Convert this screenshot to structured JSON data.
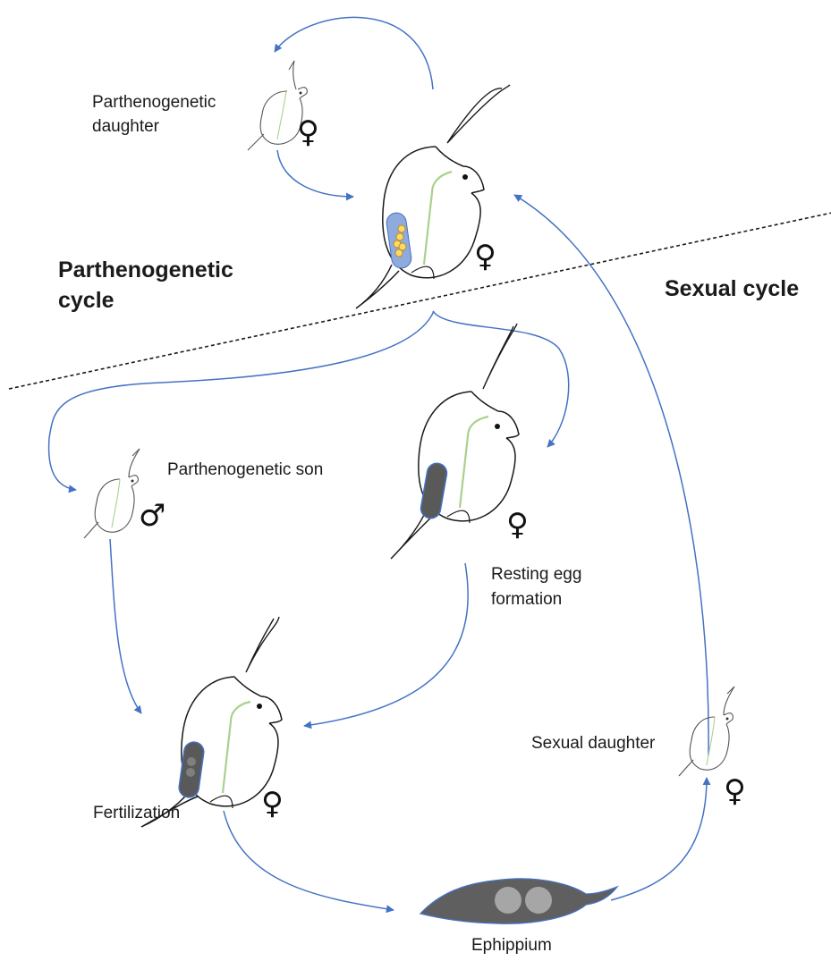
{
  "labels": {
    "parthenogenetic_daughter_1": "Parthenogenetic",
    "parthenogenetic_daughter_2": "daughter",
    "parthenogenetic_cycle_1": "Parthenogenetic",
    "parthenogenetic_cycle_2": "cycle",
    "sexual_cycle": "Sexual cycle",
    "parthenogenetic_son": "Parthenogenetic son",
    "resting_egg_1": "Resting egg",
    "resting_egg_2": "formation",
    "fertilization": "Fertilization",
    "sexual_daughter": "Sexual daughter",
    "ephippium": "Ephippium"
  },
  "symbols": {
    "female": "♀",
    "male": "♂"
  },
  "colors": {
    "arrow": "#4472c4",
    "outline": "#1a1a1a",
    "gut": "#a9d18e",
    "brood_pouch": "#8faadc",
    "parthenogenetic_eggs": "#ffd966",
    "resting_egg_pouch": "#595959",
    "ephippium_body": "#5f5f5f",
    "ephippium_eggs": "#a6a6a6"
  }
}
